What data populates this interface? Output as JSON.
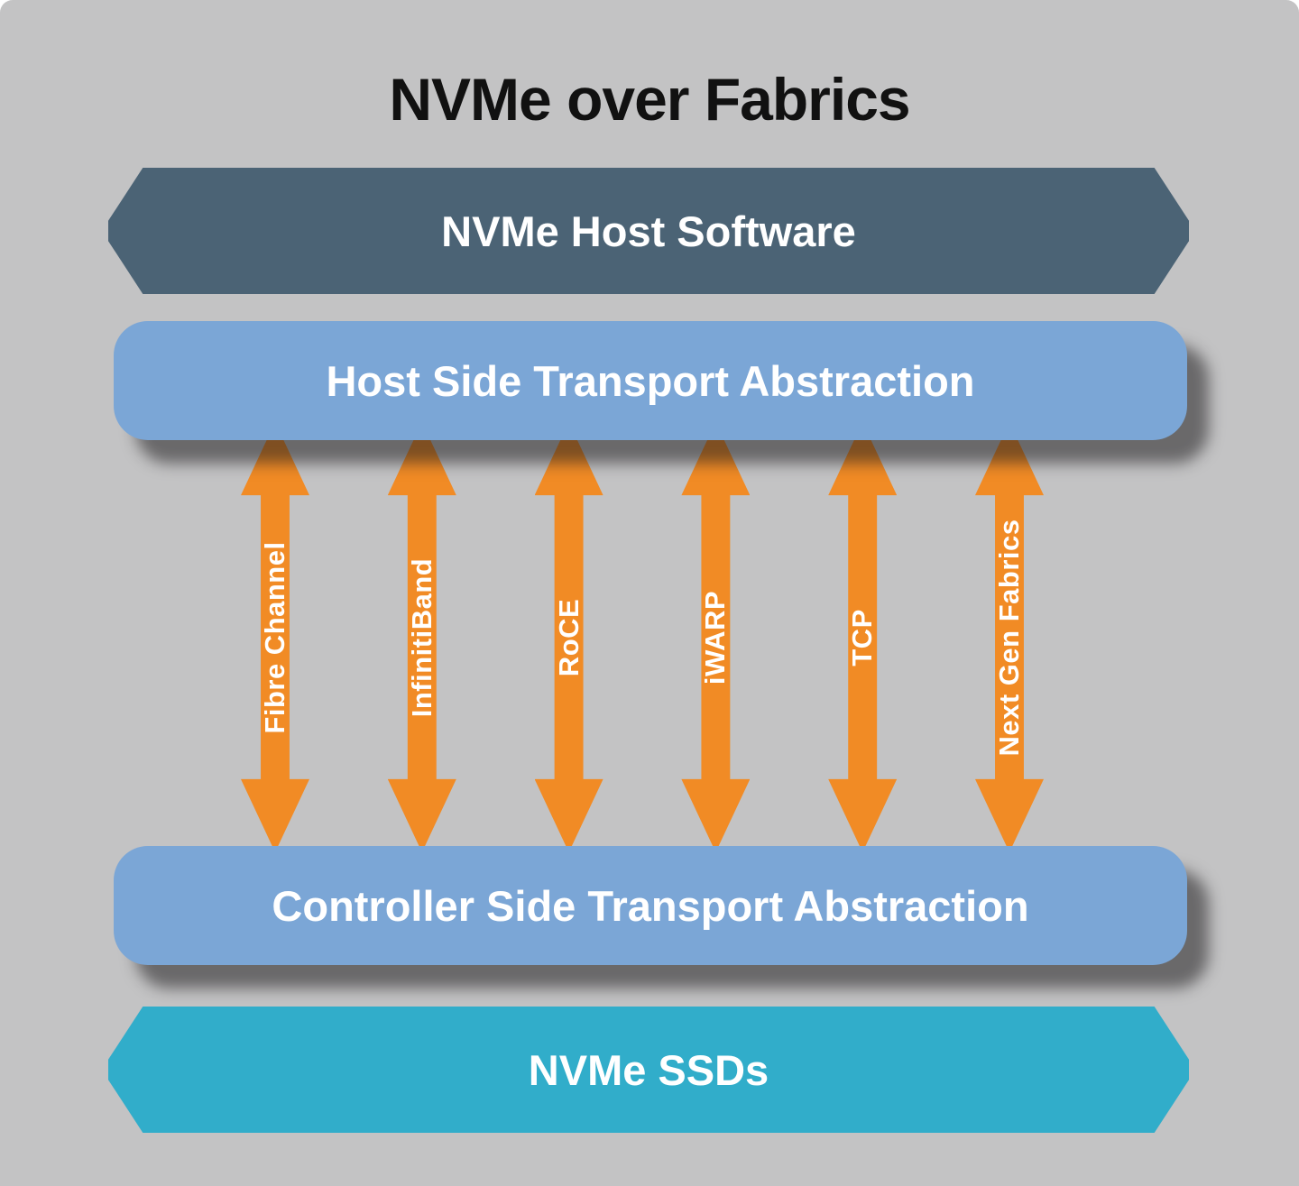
{
  "title": "NVMe over Fabrics",
  "layers": {
    "host_software": {
      "label": "NVMe Host Software"
    },
    "host_transport": {
      "label": "Host Side Transport Abstraction"
    },
    "controller_transport": {
      "label": "Controller Side Transport Abstraction"
    },
    "ssds": {
      "label": "NVMe SSDs"
    }
  },
  "fabrics": [
    "Fibre Channel",
    "InfinitiBand",
    "RoCE",
    "iWARP",
    "TCP",
    "Next Gen Fabrics"
  ],
  "colors": {
    "background": "#c3c3c4",
    "host-software": "#4b6375",
    "transport": "#7ba6d6",
    "ssd": "#31adca",
    "arrow": "#f18b25",
    "title-text": "#111111",
    "bar-text": "#ffffff"
  }
}
